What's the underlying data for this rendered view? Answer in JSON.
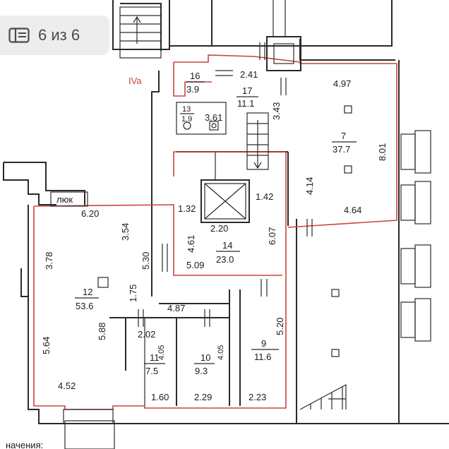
{
  "gallery": {
    "counter": "6 из 6",
    "icon": "gallery-icon"
  },
  "zone_label": "IVa",
  "hatch_label": "люк",
  "bottom_caption": "начения:",
  "colors": {
    "wall": "#2a2a2a",
    "highlight": "#c8453c"
  },
  "rooms": [
    {
      "id": "r16",
      "num": "16",
      "area": "3.9"
    },
    {
      "id": "r17",
      "num": "17",
      "area": "11.1"
    },
    {
      "id": "r13",
      "num": "13",
      "area": "1.9"
    },
    {
      "id": "r7",
      "num": "7",
      "area": "37.7"
    },
    {
      "id": "r14",
      "num": "14",
      "area": "23.0"
    },
    {
      "id": "r12",
      "num": "12",
      "area": "53.6"
    },
    {
      "id": "r11",
      "num": "11",
      "area": "7.5"
    },
    {
      "id": "r10",
      "num": "10",
      "area": "9.3"
    },
    {
      "id": "r9",
      "num": "9",
      "area": "11.6"
    }
  ],
  "dimensions": {
    "d241": "2.41",
    "d497": "4.97",
    "d343": "3.43",
    "d361": "3.61",
    "d801": "8.01",
    "d414": "4.14",
    "d464": "4.64",
    "d142": "1.42",
    "d132": "1.32",
    "d620": "6.20",
    "d354": "3.54",
    "d220": "2.20",
    "d607": "6.07",
    "d461": "4.61",
    "d378": "3.78",
    "d530": "5.30",
    "d509": "5.09",
    "d175": "1.75",
    "d487": "4.87",
    "d202": "2.02",
    "d405a": "4.05",
    "d405b": "4.05",
    "d520": "5.20",
    "d588": "5.88",
    "d564": "5.64",
    "d452": "4.52",
    "d160": "1.60",
    "d229": "2.29",
    "d223": "2.23"
  }
}
